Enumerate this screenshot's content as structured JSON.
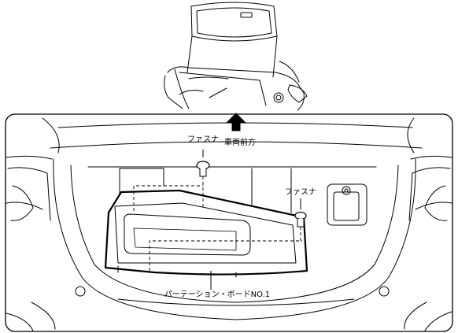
{
  "labels": {
    "fastener_left": "ファスナ",
    "vehicle_front": "車両前方",
    "fastener_right": "ファスナ",
    "partition_board": "パーテーション・ボードNO.1"
  }
}
